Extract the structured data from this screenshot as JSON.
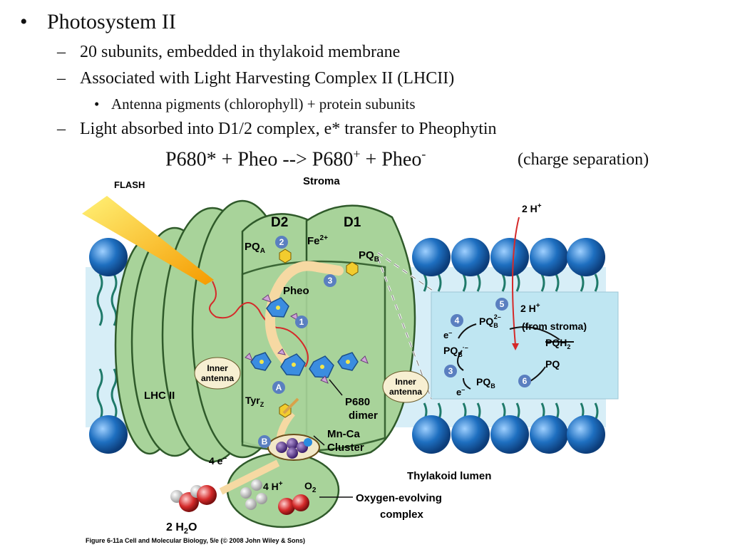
{
  "slide": {
    "bullet1": "Photosystem II",
    "sub1": "20 subunits, embedded in thylakoid membrane",
    "sub2": "Associated with Light Harvesting Complex II (LHCII)",
    "subsub1": "Antenna pigments (chlorophyll) + protein subunits",
    "sub3": "Light absorbed into D1/2 complex, e* transfer to Pheophytin",
    "eq_part1": "P680* + Pheo --> P680",
    "eq_sup1": "+",
    "eq_part2": " + Pheo",
    "eq_sup2": "-",
    "eq_note": "(charge separation)"
  },
  "diagram": {
    "flash": "FLASH",
    "stroma": "Stroma",
    "d2": "D2",
    "d1": "D1",
    "pqa": "PQ",
    "pqa_sub": "A",
    "fe": "Fe",
    "fe_sup": "2+",
    "pqb": "PQ",
    "pqb_sub": "B",
    "pheo": "Pheo",
    "lhc": "LHC II",
    "inner_antenna_l1": "Inner",
    "inner_antenna_l2": "antenna",
    "tyr": "Tyr",
    "tyr_sub": "Z",
    "p680_l1": "P680",
    "p680_l2": "dimer",
    "mnca_l1": "Mn-Ca",
    "mnca_l2": "Cluster",
    "four_e": "4 e",
    "four_e_sup": "–",
    "four_h": "4 H",
    "four_h_sup": "+",
    "o2": "O",
    "o2_sub": "2",
    "h2o": "2 H",
    "h2o_sub": "2",
    "h2o_o": "O",
    "oec_l1": "Oxygen-evolving",
    "oec_l2": "complex",
    "lumen": "Thylakoid lumen",
    "top_2h": "2 H",
    "top_2h_sup": "+",
    "inset_2h": "2 H",
    "inset_2h_sup": "+",
    "inset_from": "(from stroma)",
    "pqb2": "PQ",
    "pqb2_sub": "B",
    "pqb2_sup": "2–",
    "pqh2": "PQH",
    "pqh2_sub": "2",
    "pqb_radical": "PQ",
    "pqb_radical_sub": "B",
    "pqb_radical_sup": "·–",
    "pq": "PQ",
    "pqb_low": "PQ",
    "pqb_low_sub": "B",
    "e_minus": "e",
    "e_minus_sup": "–",
    "steps": [
      "1",
      "2",
      "3",
      "4",
      "5",
      "6",
      "A",
      "B"
    ],
    "caption": "Figure 6-11a  Cell and Molecular Biology, 5/e (© 2008 John Wiley & Sons)"
  },
  "colors": {
    "membrane_bead": "#1e6fc0",
    "protein_green": "#a8d39a",
    "protein_stroke": "#2f5a2a",
    "lumen_inset": "#bfe6f2",
    "flash": "#f7b500",
    "step_circle": "#5a7fc0",
    "arrow_red": "#d52a2a"
  }
}
